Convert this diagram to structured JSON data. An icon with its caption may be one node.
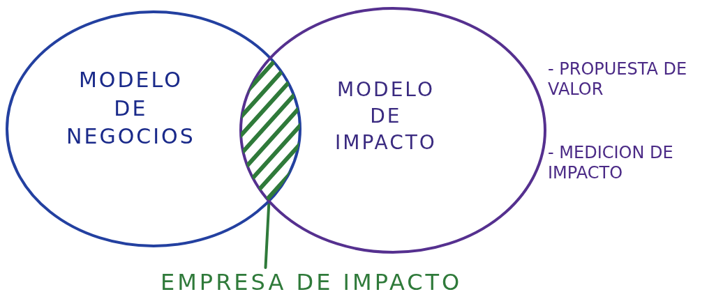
{
  "diagram": {
    "nodes": [
      {
        "text": [
          "MODELO DE NEGOCIOS"
        ]
      },
      {
        "text": [
          "MODELO DE IMPACTO"
        ],
        "beside": [
          "- PROPUESTA DE VALOR",
          "- MEDICION DE IMPACTO"
        ]
      },
      {
        "text": [],
        "shape": "lens"
      },
      {
        "text": [
          "EMPRESA DE IMPACTO"
        ]
      }
    ],
    "edges": [
      {
        "from": 3,
        "to": 2,
        "arrow": "none"
      }
    ]
  }
}
